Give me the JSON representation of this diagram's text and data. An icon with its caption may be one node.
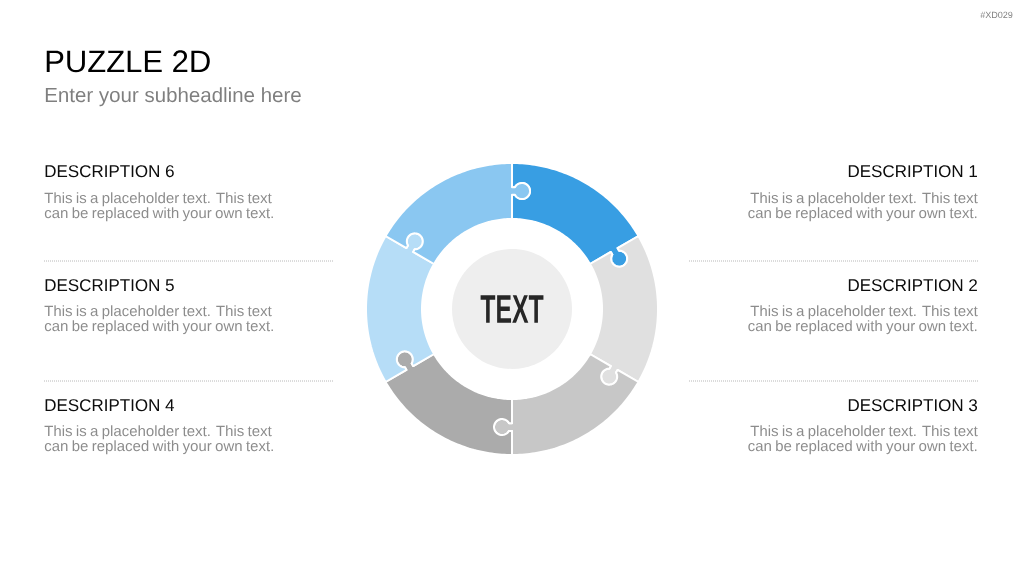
{
  "diagram": {
    "title": "PUZZLE 2D",
    "nodes": [
      {
        "text": [],
        "shape": "puzzle"
      },
      {
        "text": [],
        "shape": "puzzle"
      },
      {
        "text": [],
        "shape": "puzzle"
      },
      {
        "text": [],
        "shape": "puzzle"
      },
      {
        "text": [],
        "shape": "puzzle"
      },
      {
        "text": [],
        "shape": "puzzle"
      },
      {
        "text": [
          "TEXT"
        ]
      }
    ],
    "labels": [
      "#XD029",
      "Enter your subheadline here",
      "DESCRIPTION 6",
      "This is a placeholder text. This text can be replaced with your own text.",
      "DESCRIPTION 1",
      "This is a placeholder text. This text can be replaced with your own text.",
      "DESCRIPTION 5",
      "This is a placeholder text. This text can be replaced with your own text.",
      "DESCRIPTION 2",
      "This is a placeholder text. This text can be replaced with your own text.",
      "DESCRIPTION 4",
      "This is a placeholder text. This text can be replaced with your own text.",
      "DESCRIPTION 3",
      "This is a placeholder text. This text can be replaced with your own text."
    ]
  }
}
